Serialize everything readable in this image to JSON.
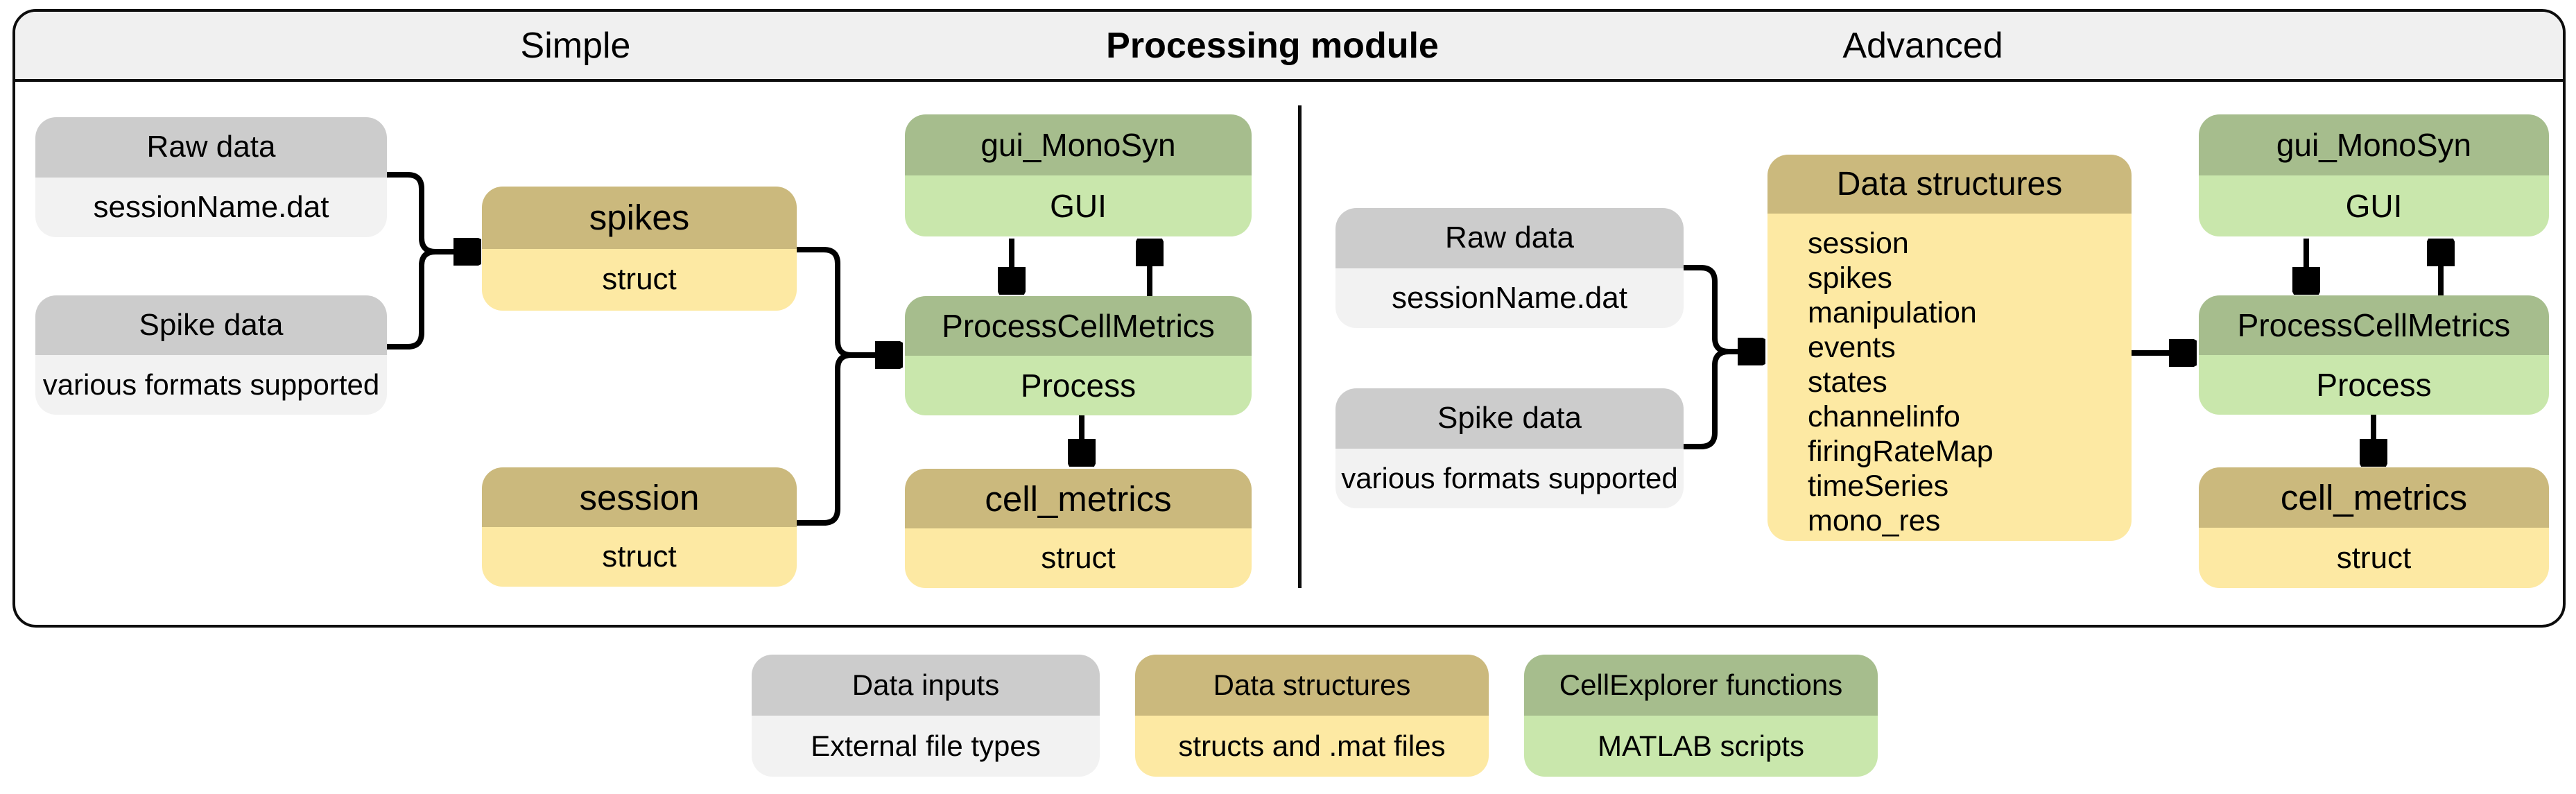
{
  "header": {
    "simple": "Simple",
    "processing_module": "Processing module",
    "advanced": "Advanced"
  },
  "simple": {
    "raw_data": {
      "title": "Raw data",
      "subtitle": "sessionName.dat"
    },
    "spike_data": {
      "title": "Spike data",
      "subtitle": "various formats supported"
    },
    "spikes": {
      "title": "spikes",
      "subtitle": "struct"
    },
    "session": {
      "title": "session",
      "subtitle": "struct"
    },
    "gui_monosyn": {
      "title": "gui_MonoSyn",
      "subtitle": "GUI"
    },
    "process_cell_metrics": {
      "title": "ProcessCellMetrics",
      "subtitle": "Process"
    },
    "cell_metrics": {
      "title": "cell_metrics",
      "subtitle": "struct"
    }
  },
  "advanced": {
    "raw_data": {
      "title": "Raw data",
      "subtitle": "sessionName.dat"
    },
    "spike_data": {
      "title": "Spike data",
      "subtitle": "various formats supported"
    },
    "data_structures": {
      "title": "Data structures",
      "items": [
        "session",
        "spikes",
        "manipulation",
        "events",
        "states",
        "channelinfo",
        "firingRateMap",
        "timeSeries",
        "mono_res"
      ]
    },
    "gui_monosyn": {
      "title": "gui_MonoSyn",
      "subtitle": "GUI"
    },
    "process_cell_metrics": {
      "title": "ProcessCellMetrics",
      "subtitle": "Process"
    },
    "cell_metrics": {
      "title": "cell_metrics",
      "subtitle": "struct"
    }
  },
  "legend": {
    "data_inputs": {
      "title": "Data inputs",
      "subtitle": "External file types"
    },
    "data_structures": {
      "title": "Data structures",
      "subtitle": "structs and .mat files"
    },
    "cellexplorer_functions": {
      "title": "CellExplorer functions",
      "subtitle": "MATLAB scripts"
    }
  },
  "colors": {
    "band_background": "#f0f0f0",
    "border": "#0d0d0d",
    "data_input_header": "#cccccc",
    "data_input_body": "#f2f2f2",
    "data_structure_header": "#cbb97d",
    "data_structure_body": "#fde9a3",
    "function_header": "#a6bd8d",
    "function_body": "#c9e7ac",
    "arrow": "#000000"
  }
}
